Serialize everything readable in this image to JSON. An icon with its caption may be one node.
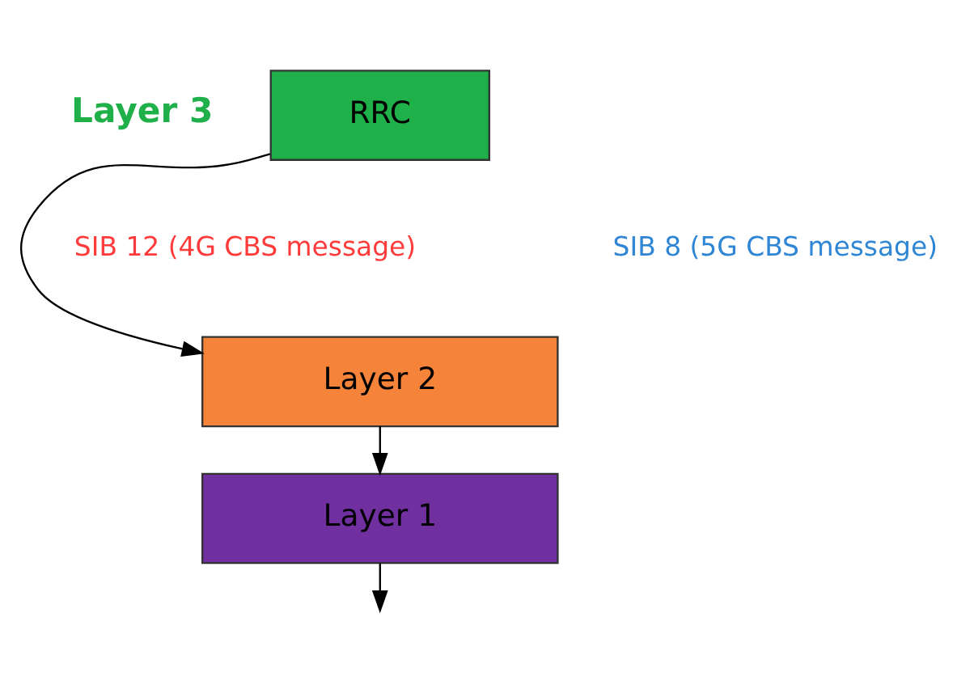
{
  "diagram": {
    "nodes": [
      {
        "text": [
          "RRC"
        ],
        "beside": [
          "Layer 3"
        ]
      },
      {
        "text": [
          "Layer 2"
        ]
      },
      {
        "text": [
          "Layer 1"
        ]
      }
    ],
    "edges": [
      {
        "from": 0,
        "to": 1,
        "arrow": "to"
      },
      {
        "from": 1,
        "to": 2,
        "arrow": "to"
      },
      {
        "from": 2,
        "to": null,
        "arrow": "to"
      }
    ],
    "labels": [
      "SIB 12 (4G CBS message)",
      "SIB 8 (5G CBS message)"
    ]
  }
}
